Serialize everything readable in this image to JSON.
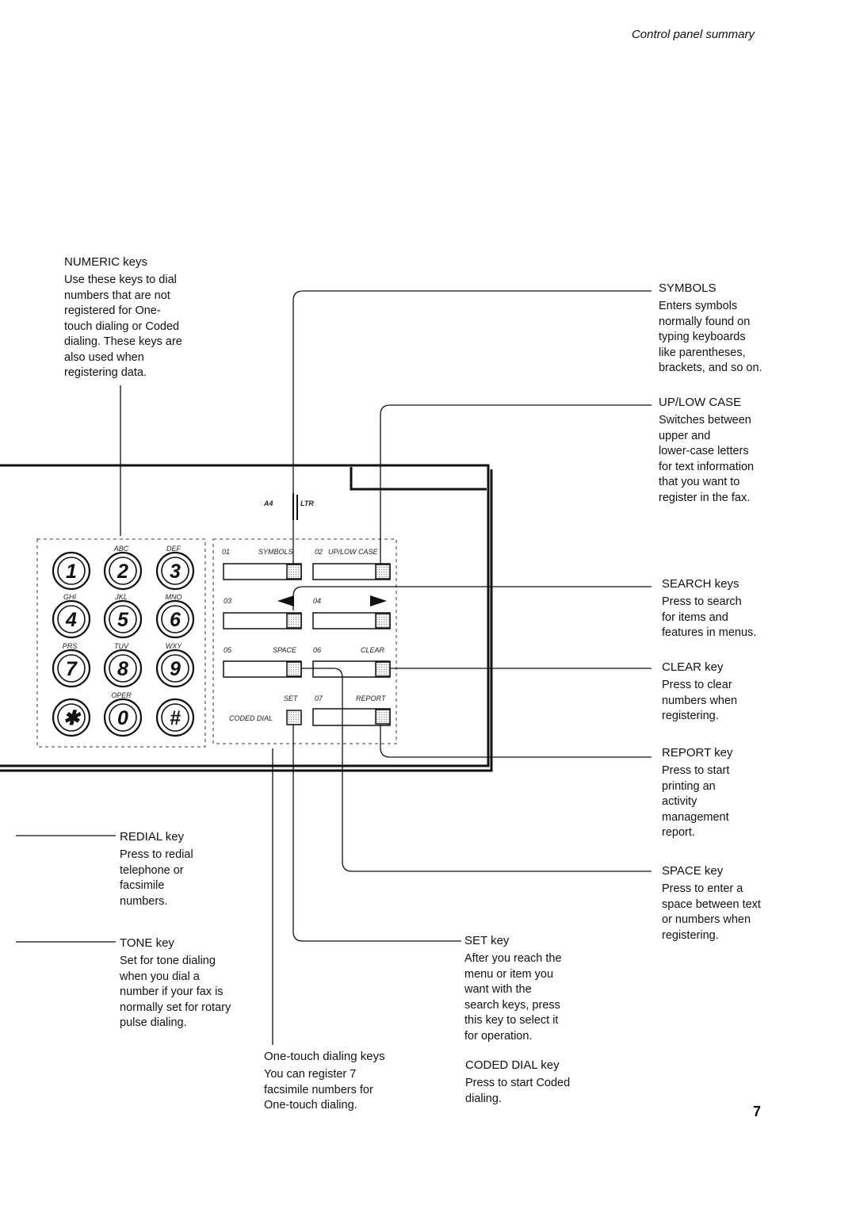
{
  "header": "Control panel summary",
  "page_number": "7",
  "paper": {
    "left": "A4",
    "right": "LTR"
  },
  "keypad": {
    "keys": [
      {
        "digit": "1",
        "letters": ""
      },
      {
        "digit": "2",
        "letters": "ABC"
      },
      {
        "digit": "3",
        "letters": "DEF"
      },
      {
        "digit": "4",
        "letters": "GHI"
      },
      {
        "digit": "5",
        "letters": "JKL"
      },
      {
        "digit": "6",
        "letters": "MNO"
      },
      {
        "digit": "7",
        "letters": "PRS"
      },
      {
        "digit": "8",
        "letters": "TUV"
      },
      {
        "digit": "9",
        "letters": "WXY"
      },
      {
        "digit": "✱",
        "letters": ""
      },
      {
        "digit": "0",
        "letters": "OPER"
      },
      {
        "digit": "#",
        "letters": ""
      }
    ]
  },
  "panel_labels": {
    "k01_num": "01",
    "k01_name": "SYMBOLS",
    "k02_num": "02",
    "k02_name": "UP/LOW CASE",
    "k03_num": "03",
    "k04_num": "04",
    "k05_num": "05",
    "k05_name": "SPACE",
    "k06_num": "06",
    "k06_name": "CLEAR",
    "set_name": "SET",
    "k07_num": "07",
    "k07_name": "REPORT",
    "coded_dial": "CODED DIAL"
  },
  "callouts": {
    "numeric": {
      "title": "NUMERIC keys",
      "desc": "Use these keys to dial\nnumbers that are not\nregistered for One-\ntouch dialing or Coded\ndialing. These keys are\nalso used when\nregistering data."
    },
    "symbols": {
      "title": "SYMBOLS",
      "desc": "Enters symbols\nnormally found on\ntyping keyboards\nlike parentheses,\nbrackets, and so on."
    },
    "uplow": {
      "title": "UP/LOW CASE",
      "desc": "Switches between\nupper and\nlower-case letters\nfor text information\nthat you want to\nregister in the fax."
    },
    "search": {
      "title": "SEARCH keys",
      "desc": "Press to search\nfor items and\nfeatures in menus."
    },
    "clear": {
      "title": "CLEAR key",
      "desc": "Press to clear\nnumbers when\nregistering."
    },
    "report": {
      "title": "REPORT key",
      "desc": "Press to start\nprinting an\nactivity\nmanagement\nreport."
    },
    "space": {
      "title": "SPACE key",
      "desc": "Press to enter a\nspace between text\nor numbers when\nregistering."
    },
    "redial": {
      "title": "REDIAL key",
      "desc": "Press to redial\ntelephone or\nfacsimile\nnumbers."
    },
    "tone": {
      "title": "TONE key",
      "desc": "Set for tone dialing\nwhen you dial a\nnumber if your fax is\nnormally set for rotary\npulse dialing."
    },
    "set": {
      "title": "SET key",
      "desc": "After you reach the\nmenu or item you\nwant with the\nsearch keys, press\nthis key to select it\nfor operation."
    },
    "onetouch": {
      "title": "One-touch dialing keys",
      "desc": "You can register 7\nfacsimile numbers for\nOne-touch dialing."
    },
    "coded": {
      "title": "CODED DIAL key",
      "desc": "Press to start Coded\ndialing."
    }
  }
}
